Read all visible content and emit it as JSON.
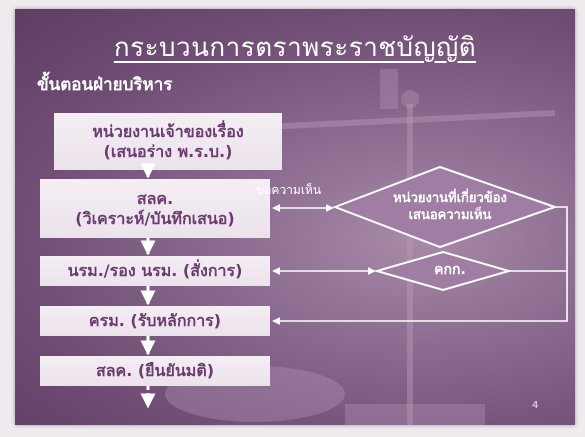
{
  "title": "กระบวนการตราพระราชบัญญัติ",
  "subtitle": "ขั้นตอนฝ่ายบริหาร",
  "steps": [
    {
      "line1": "หน่วยงานเจ้าของเรื่อง",
      "line2": "(เสนอร่าง พ.ร.บ.)"
    },
    {
      "line1": "สลค.",
      "line2": "(วิเคราะห์/บันทึกเสนอ)"
    },
    {
      "line1": "นรม./รอง นรม. (สั่งการ)",
      "line2": ""
    },
    {
      "line1": "ครม. (รับหลักการ)",
      "line2": ""
    },
    {
      "line1": "สลค. (ยืนยันมติ)",
      "line2": ""
    }
  ],
  "request_label": "ขอความเห็น",
  "side_nodes": [
    {
      "line1": "หน่วยงานที่เกี่ยวข้อง",
      "line2": "เสนอความเห็น"
    },
    {
      "line1": "คกก.",
      "line2": ""
    }
  ],
  "page_number": "4",
  "colors": {
    "background": "#6f4d74",
    "box_fill": "#f1e9f1",
    "box_text": "#6a3c70",
    "diamond_fill": "#a07ea4"
  }
}
